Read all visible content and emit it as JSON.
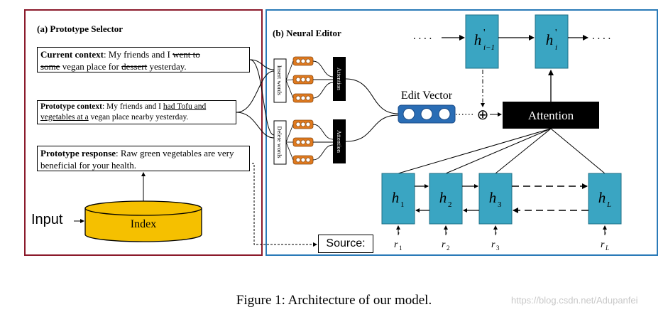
{
  "left_panel": {
    "title": "(a) Prototype Selector",
    "current_context": {
      "label": "Current context",
      "t1": ": My friends and I ",
      "t2": "went to",
      "t3": "some",
      "t4": " vegan place for ",
      "t5": "dessert",
      "t6": " yesterday."
    },
    "prototype_context": {
      "label": "Prototype context",
      "t1": ": My friends and I ",
      "t2": "had Tofu and",
      "t3": "vegetables at a",
      "t4": " vegan place nearby yesterday."
    },
    "prototype_response": {
      "label": "Prototype response",
      "text": ": Raw green vegetables are very beneficial for your health."
    },
    "input_label": "Input",
    "index_label": "Index"
  },
  "right_panel": {
    "title": "(b) Neural Editor",
    "insert_words": "Insert words",
    "delete_words": "Delete words",
    "attention_small_1": "Attention",
    "attention_small_2": "Attention",
    "edit_vector": "Edit Vector",
    "attention_main": "Attention",
    "dots_left": ". . . .",
    "dots_right": ". . . .",
    "top_nodes": [
      {
        "base": "h",
        "sup": "'",
        "sub": "i−1"
      },
      {
        "base": "h",
        "sup": "'",
        "sub": "i"
      }
    ],
    "encoder_nodes": [
      {
        "base": "h",
        "sub": "1"
      },
      {
        "base": "h",
        "sub": "2"
      },
      {
        "base": "h",
        "sub": "3"
      },
      {
        "base": "h",
        "sub": "L"
      }
    ],
    "encoder_inputs": [
      {
        "base": "r",
        "sub": "1",
        "sup": "'"
      },
      {
        "base": "r",
        "sub": "2",
        "sup": "'"
      },
      {
        "base": "r",
        "sub": "3",
        "sup": "'"
      },
      {
        "base": "r",
        "sub": "L",
        "sup": "'"
      }
    ],
    "source_label": "Source:",
    "plus_symbol": "⊕"
  },
  "caption": "Figure 1: Architecture of our model.",
  "watermark": "https://blog.csdn.net/Adupanfei",
  "colors": {
    "left_border": "#8b1a2b",
    "right_border": "#2a7ab8",
    "teal_node": "#3aa5c2",
    "orange_cell": "#e07a1f",
    "blue_vector": "#2a6db5",
    "index_gold": "#f5c000"
  }
}
